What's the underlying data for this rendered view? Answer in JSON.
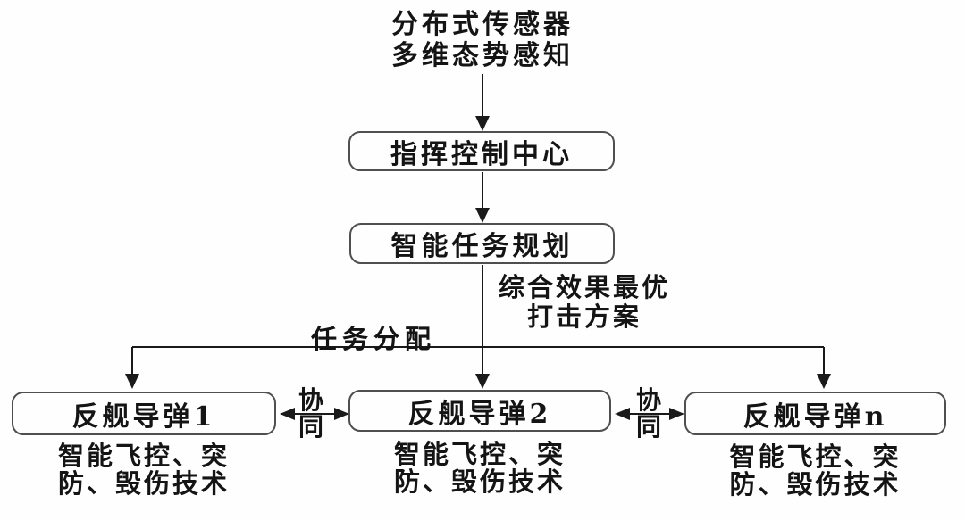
{
  "diagram": {
    "top_label": {
      "line1": "分布式传感器",
      "line2": "多维态势感知"
    },
    "boxes": {
      "command_center": "指挥控制中心",
      "mission_planning": "智能任务规划",
      "missile_1": "反舰导弹1",
      "missile_2": "反舰导弹2",
      "missile_n": "反舰导弹n"
    },
    "edge_labels": {
      "strike_plan_line1": "综合效果最优",
      "strike_plan_line2": "打击方案",
      "task_allocation": "任务分配",
      "coordination_char1": "协",
      "coordination_char2": "同"
    },
    "captions": {
      "line1": "智能飞控、突",
      "line2": "防、毁伤技术"
    },
    "colors": {
      "background": "#fefefe",
      "line": "#1a1a1a",
      "box_border": "#4f4f4f",
      "text": "#141414"
    }
  }
}
